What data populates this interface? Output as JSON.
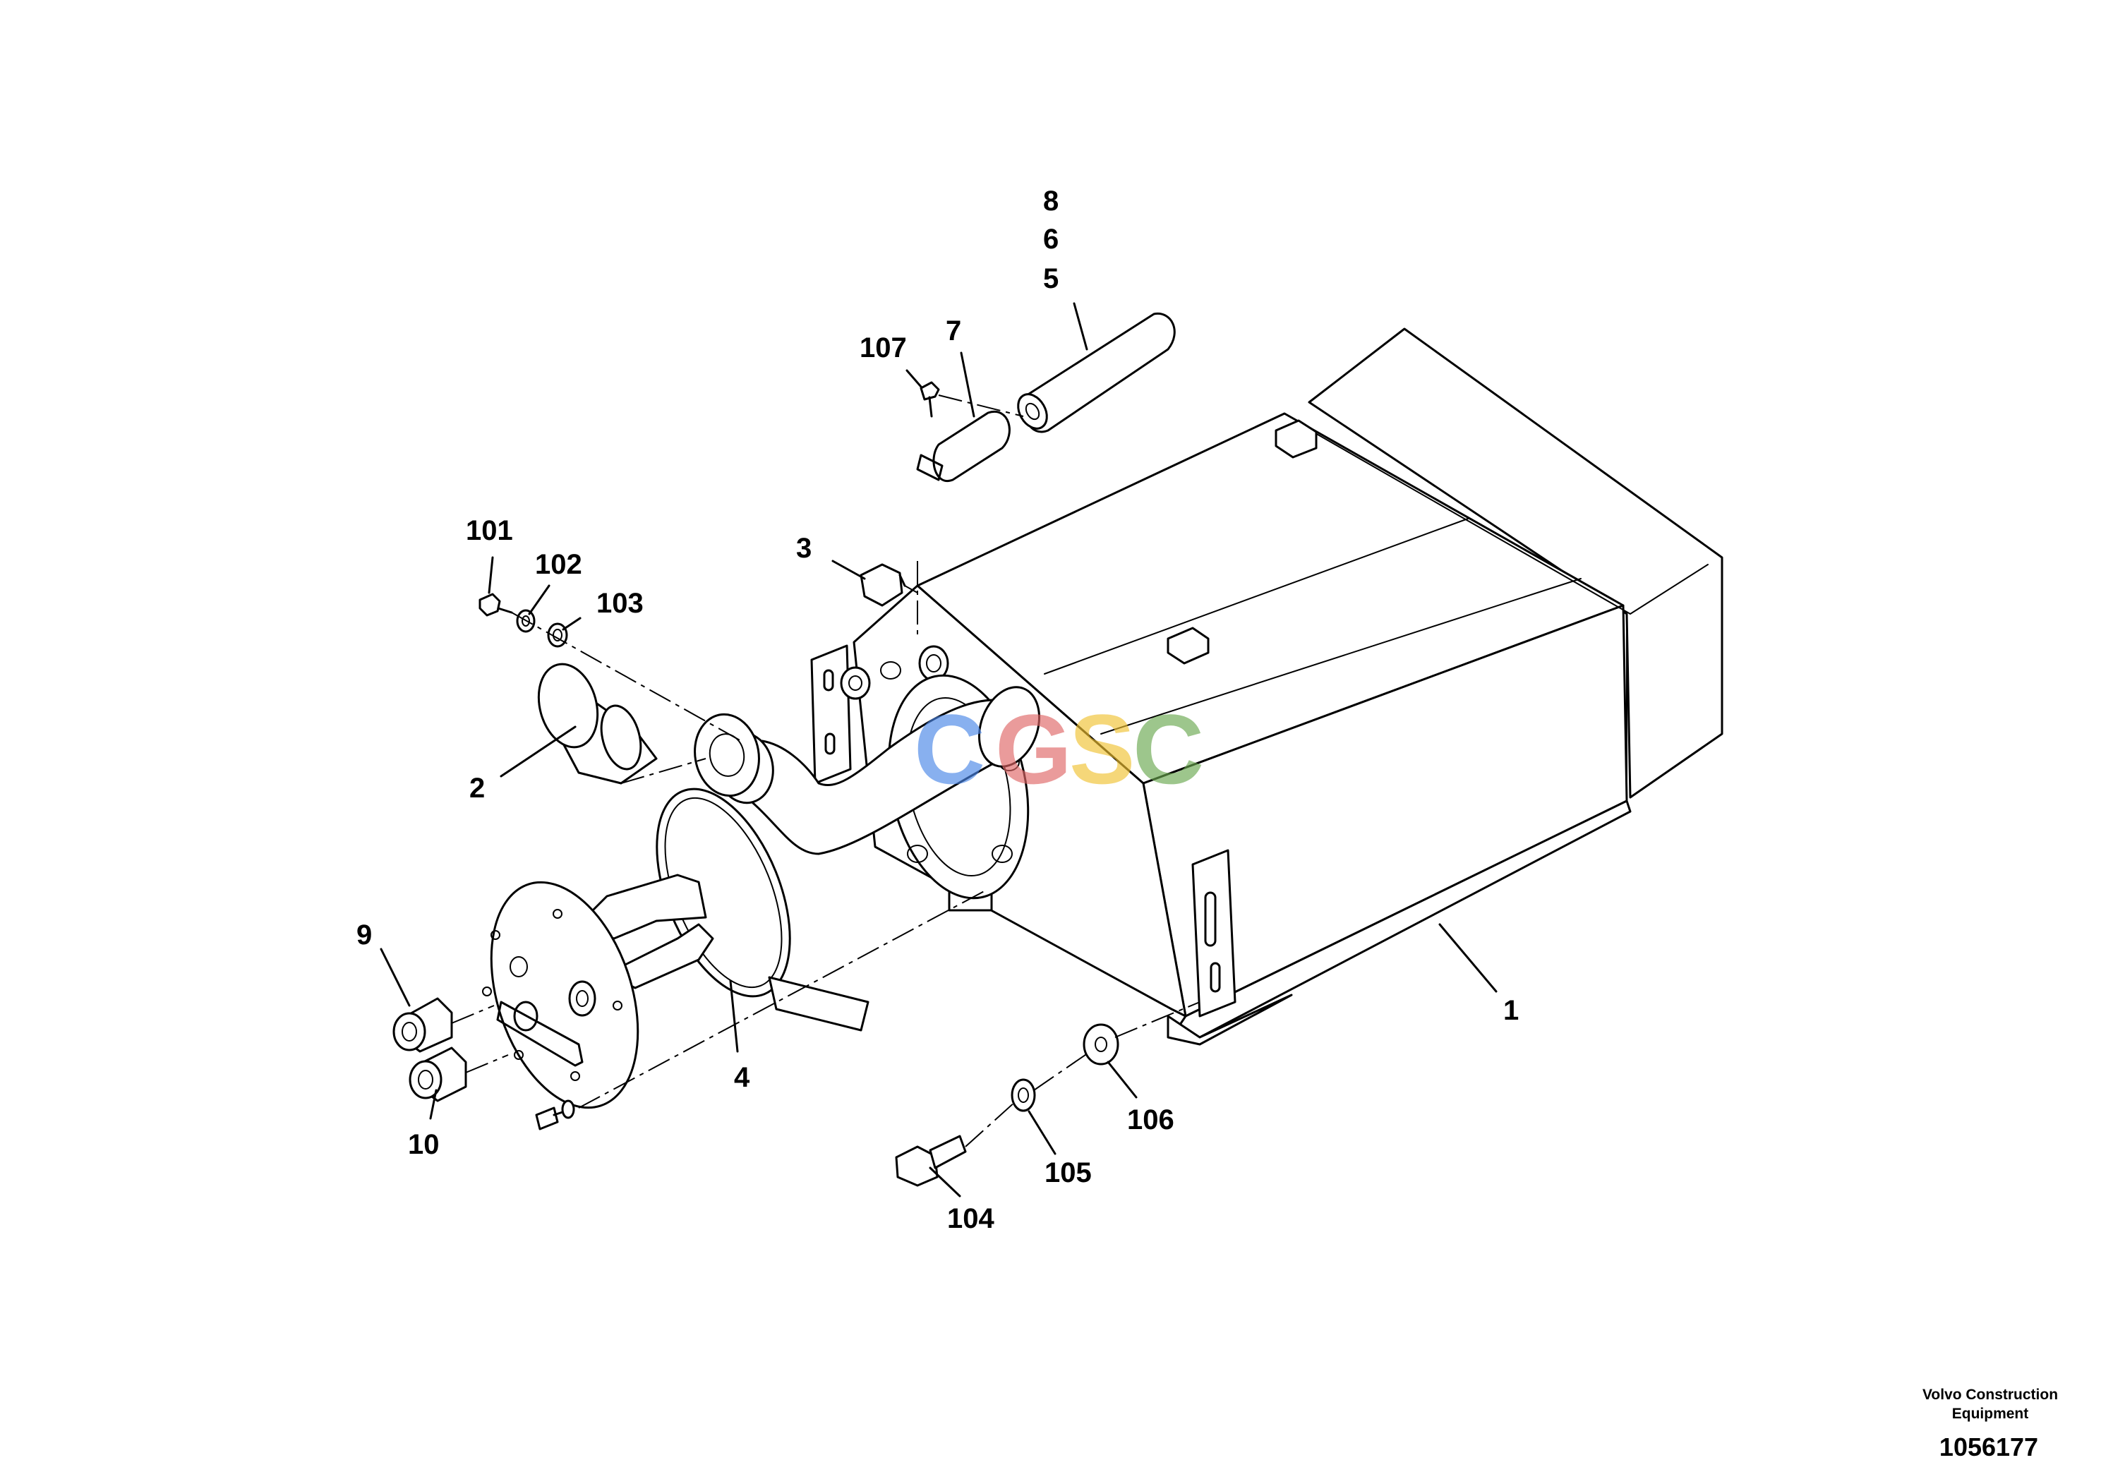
{
  "callouts": {
    "c1": "1",
    "c2": "2",
    "c3": "3",
    "c4": "4",
    "c5": "5",
    "c6": "6",
    "c7": "7",
    "c8": "8",
    "c9": "9",
    "c10": "10",
    "c101": "101",
    "c102": "102",
    "c103": "103",
    "c104": "104",
    "c105": "105",
    "c106": "106",
    "c107": "107"
  },
  "footer": {
    "brand_line1": "Volvo Construction",
    "brand_line2": "Equipment",
    "doc_number": "1056177"
  },
  "watermark": {
    "letters": [
      "C",
      "G",
      "S",
      "C"
    ],
    "colors": [
      "#4a86e8",
      "#e06666",
      "#f1c232",
      "#6aa84f"
    ]
  }
}
